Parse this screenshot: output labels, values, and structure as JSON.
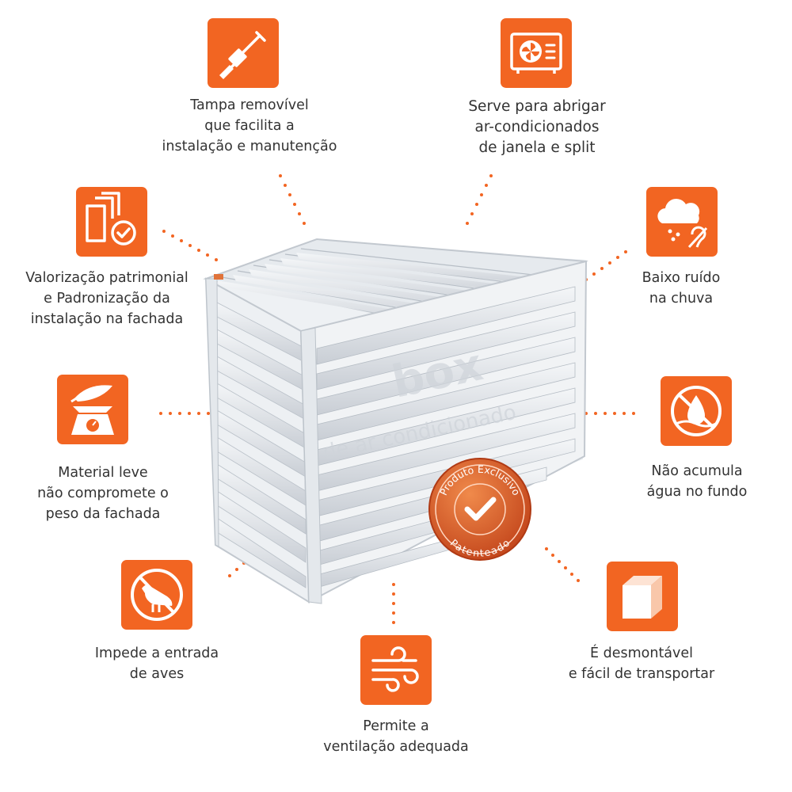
{
  "brand": {
    "accent": "#f26522",
    "watermark_name": "box",
    "watermark_tagline": "de ar condicionado"
  },
  "seal": {
    "top_text": "Produto Exclusivo",
    "bottom_text": "Patenteado",
    "icon": "checkmark-icon",
    "color": "#d9531e"
  },
  "features": [
    {
      "id": "tampa",
      "icon": "screwdriver-icon",
      "lines": [
        "Tampa removível",
        "que facilita a",
        "instalação e manutenção"
      ]
    },
    {
      "id": "abrigar",
      "icon": "air-conditioner-icon",
      "lines": [
        "Serve para abrigar",
        "ar-condicionados",
        "de janela e split"
      ]
    },
    {
      "id": "valorizacao",
      "icon": "facade-check-icon",
      "lines": [
        "Valorização patrimonial",
        "e Padronização da",
        "instalação na fachada"
      ]
    },
    {
      "id": "ruido",
      "icon": "rain-no-noise-icon",
      "lines": [
        "Baixo ruído",
        "na chuva"
      ]
    },
    {
      "id": "leve",
      "icon": "scale-feather-icon",
      "lines": [
        "Material leve",
        "não compromete o",
        "peso da fachada"
      ]
    },
    {
      "id": "agua",
      "icon": "no-water-icon",
      "lines": [
        "Não acumula",
        "água no fundo"
      ]
    },
    {
      "id": "aves",
      "icon": "no-birds-icon",
      "lines": [
        "Impede a entrada",
        "de aves"
      ]
    },
    {
      "id": "desmontavel",
      "icon": "cube-icon",
      "lines": [
        "É desmontável",
        "e fácil de transportar"
      ]
    },
    {
      "id": "ventilacao",
      "icon": "wind-icon",
      "lines": [
        "Permite a",
        "ventilação adequada"
      ]
    }
  ]
}
